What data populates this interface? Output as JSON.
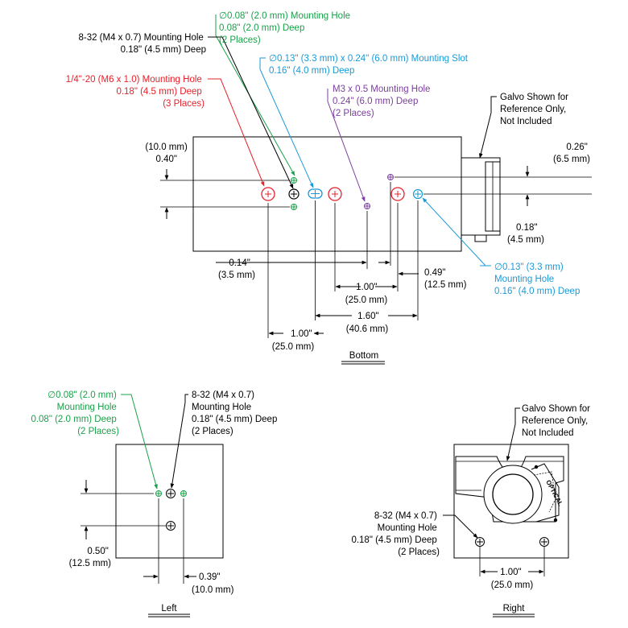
{
  "colors": {
    "red": "#e8202a",
    "green": "#1aa14a",
    "blue": "#1a9ad6",
    "purple": "#7b3fa0",
    "black": "#000000"
  },
  "bottom_view": {
    "title": "Bottom",
    "callouts": {
      "green_hole": [
        "∅0.08\" (2.0 mm) Mounting Hole",
        "0.08\" (2.0 mm) Deep",
        "(2 Places)"
      ],
      "black_hole": [
        "8-32 (M4 x 0.7) Mounting Hole",
        "0.18\" (4.5 mm) Deep"
      ],
      "blue_slot": [
        "∅0.13\" (3.3 mm) x 0.24\" (6.0 mm) Mounting Slot",
        "0.16\" (4.0 mm) Deep"
      ],
      "red_hole": [
        "1/4\"-20 (M6 x 1.0) Mounting Hole",
        "0.18\" (4.5 mm) Deep",
        "(3 Places)"
      ],
      "purple_hole": [
        "M3 x 0.5 Mounting Hole",
        "0.24\" (6.0 mm) Deep",
        "(2 Places)"
      ],
      "galvo": [
        "Galvo Shown for",
        "Reference Only,",
        "Not Included"
      ],
      "blue_hole": [
        "∅0.13\" (3.3 mm)",
        "Mounting Hole",
        "0.16\" (4.0 mm) Deep"
      ]
    },
    "dims": {
      "d_040": [
        "(10.0 mm)",
        "0.40\""
      ],
      "d_026": [
        "0.26\"",
        "(6.5 mm)"
      ],
      "d_018": [
        "0.18\"",
        "(4.5 mm)"
      ],
      "d_014": [
        "0.14\"",
        "(3.5 mm)"
      ],
      "d_049": [
        "0.49\"",
        "(12.5 mm)"
      ],
      "d_100a": [
        "1.00\"",
        "(25.0 mm)"
      ],
      "d_160": [
        "1.60\"",
        "(40.6 mm)"
      ],
      "d_100b": [
        "1.00\"",
        "(25.0 mm)"
      ]
    }
  },
  "left_view": {
    "title": "Left",
    "callouts": {
      "green_hole": [
        "∅0.08\" (2.0 mm)",
        "Mounting Hole",
        "0.08\" (2.0 mm) Deep",
        "(2 Places)"
      ],
      "black_hole": [
        "8-32 (M4 x 0.7)",
        "Mounting Hole",
        "0.18\" (4.5 mm) Deep",
        "(2 Places)"
      ]
    },
    "dims": {
      "d_050": [
        "0.50\"",
        "(12.5 mm)"
      ],
      "d_039": [
        "0.39\"",
        "(10.0 mm)"
      ]
    }
  },
  "right_view": {
    "title": "Right",
    "galvo_label": "OPTICAL",
    "callouts": {
      "galvo": [
        "Galvo Shown for",
        "Reference Only,",
        "Not Included"
      ],
      "black_hole": [
        "8-32 (M4 x 0.7)",
        "Mounting Hole",
        "0.18\" (4.5 mm) Deep",
        "(2 Places)"
      ]
    },
    "dims": {
      "d_100": [
        "1.00\"",
        "(25.0 mm)"
      ]
    }
  }
}
